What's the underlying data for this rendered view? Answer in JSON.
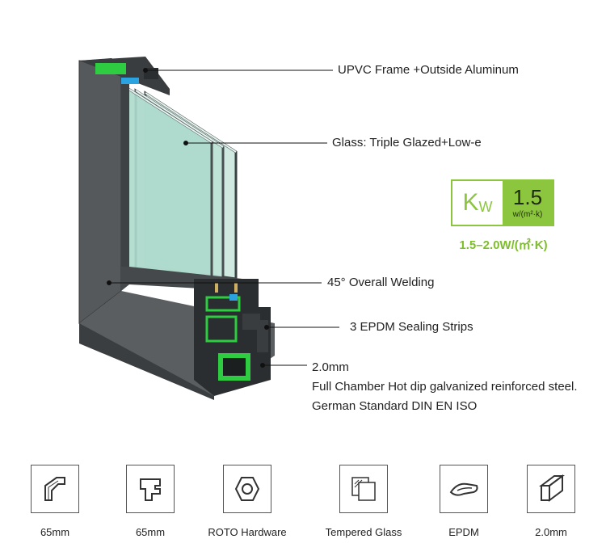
{
  "callouts": {
    "frame": "UPVC Frame +Outside Aluminum",
    "glass": "Glass: Triple Glazed+Low-e",
    "welding": "45° Overall Welding",
    "sealing": "3 EPDM Sealing Strips",
    "steel_line1": "2.0mm",
    "steel_line2": "Full Chamber Hot dip galvanized reinforced steel.",
    "steel_line3": "German Standard DIN EN ISO"
  },
  "kw_badge": {
    "symbol": "K",
    "symbol_sub": "W",
    "value": "1.5",
    "unit": "w/(m²·k)",
    "range": "1.5–2.0W/(㎡·K)"
  },
  "features": [
    {
      "label": "65mm",
      "icon": "frame-profile-icon"
    },
    {
      "label": "65mm",
      "icon": "sash-profile-icon"
    },
    {
      "label": "ROTO Hardware",
      "icon": "hex-nut-icon"
    },
    {
      "label": "Tempered Glass",
      "icon": "glass-pane-icon"
    },
    {
      "label": "EPDM",
      "icon": "sealing-strip-icon"
    },
    {
      "label": "2.0mm",
      "icon": "steel-bar-icon"
    }
  ],
  "colors": {
    "accent_green": "#8cc63f",
    "profile_dark": "#4a4d4f",
    "glass_tint": "#bfe3d8",
    "chamber_green": "#2ecc40"
  }
}
